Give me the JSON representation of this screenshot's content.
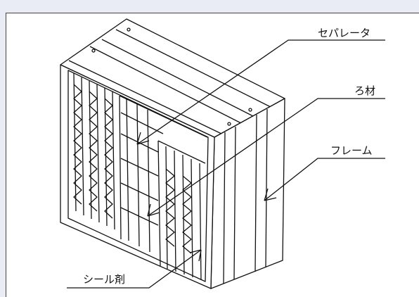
{
  "labels": {
    "separator": "セパレータ",
    "media": "ろ材",
    "frame": "フレーム",
    "seal": "シール剤"
  }
}
